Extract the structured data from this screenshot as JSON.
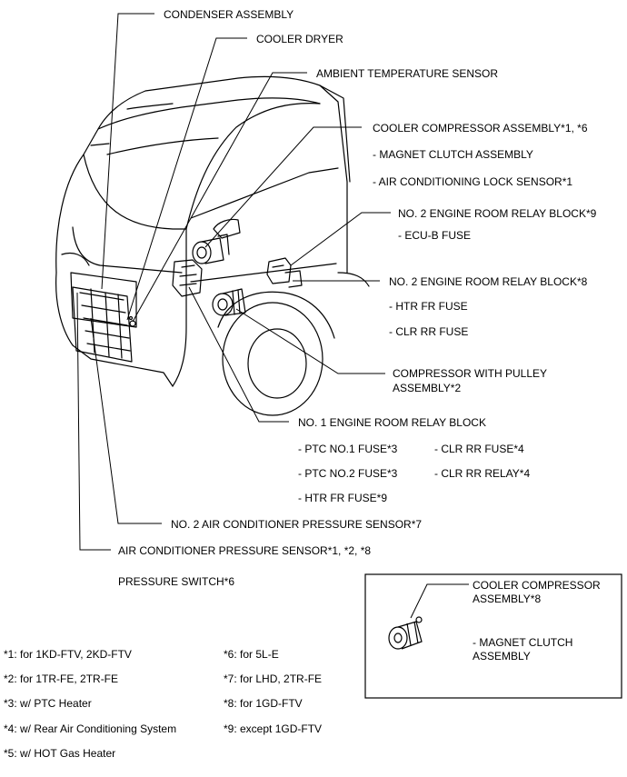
{
  "labels": {
    "condenser_assembly": "CONDENSER ASSEMBLY",
    "cooler_dryer": "COOLER DRYER",
    "ambient_temperature_sensor": "AMBIENT TEMPERATURE SENSOR",
    "cooler_compressor_assembly": "COOLER COMPRESSOR ASSEMBLY*1, *6",
    "magnet_clutch_assembly": "- MAGNET CLUTCH ASSEMBLY",
    "air_conditioning_lock_sensor": "- AIR CONDITIONING LOCK SENSOR*1",
    "no2_relay_block_9": "NO. 2 ENGINE ROOM RELAY BLOCK*9",
    "ecu_b_fuse": "- ECU-B FUSE",
    "no2_relay_block_8": "NO. 2 ENGINE ROOM RELAY BLOCK*8",
    "htr_fr_fuse": "- HTR FR FUSE",
    "clr_rr_fuse": "- CLR RR FUSE",
    "compressor_with_pulley_line1": "COMPRESSOR WITH PULLEY",
    "compressor_with_pulley_line2": "ASSEMBLY*2",
    "no1_relay_block": "NO. 1 ENGINE ROOM RELAY BLOCK",
    "ptc_no1_fuse": "- PTC NO.1 FUSE*3",
    "clr_rr_fuse_4": "- CLR RR FUSE*4",
    "ptc_no2_fuse": "- PTC NO.2 FUSE*3",
    "clr_rr_relay_4": "- CLR RR RELAY*4",
    "htr_fr_fuse_9": "- HTR FR FUSE*9",
    "no2_ac_pressure_sensor": "NO. 2 AIR CONDITIONER PRESSURE SENSOR*7",
    "ac_pressure_sensor": "AIR CONDITIONER PRESSURE SENSOR*1, *2, *8",
    "pressure_switch": "PRESSURE SWITCH*6"
  },
  "inset": {
    "title_line1": "COOLER COMPRESSOR",
    "title_line2": "ASSEMBLY*8",
    "sub_line1": "- MAGNET CLUTCH",
    "sub_line2": "ASSEMBLY"
  },
  "footnotes": {
    "n1": "*1: for 1KD-FTV, 2KD-FTV",
    "n2": "*2: for 1TR-FE, 2TR-FE",
    "n3": "*3: w/ PTC Heater",
    "n4": "*4: w/ Rear Air Conditioning System",
    "n5": "*5: w/ HOT Gas Heater",
    "n6": "*6: for 5L-E",
    "n7": "*7: for LHD, 2TR-FE",
    "n8": "*8: for 1GD-FTV",
    "n9": "*9: except 1GD-FTV"
  }
}
